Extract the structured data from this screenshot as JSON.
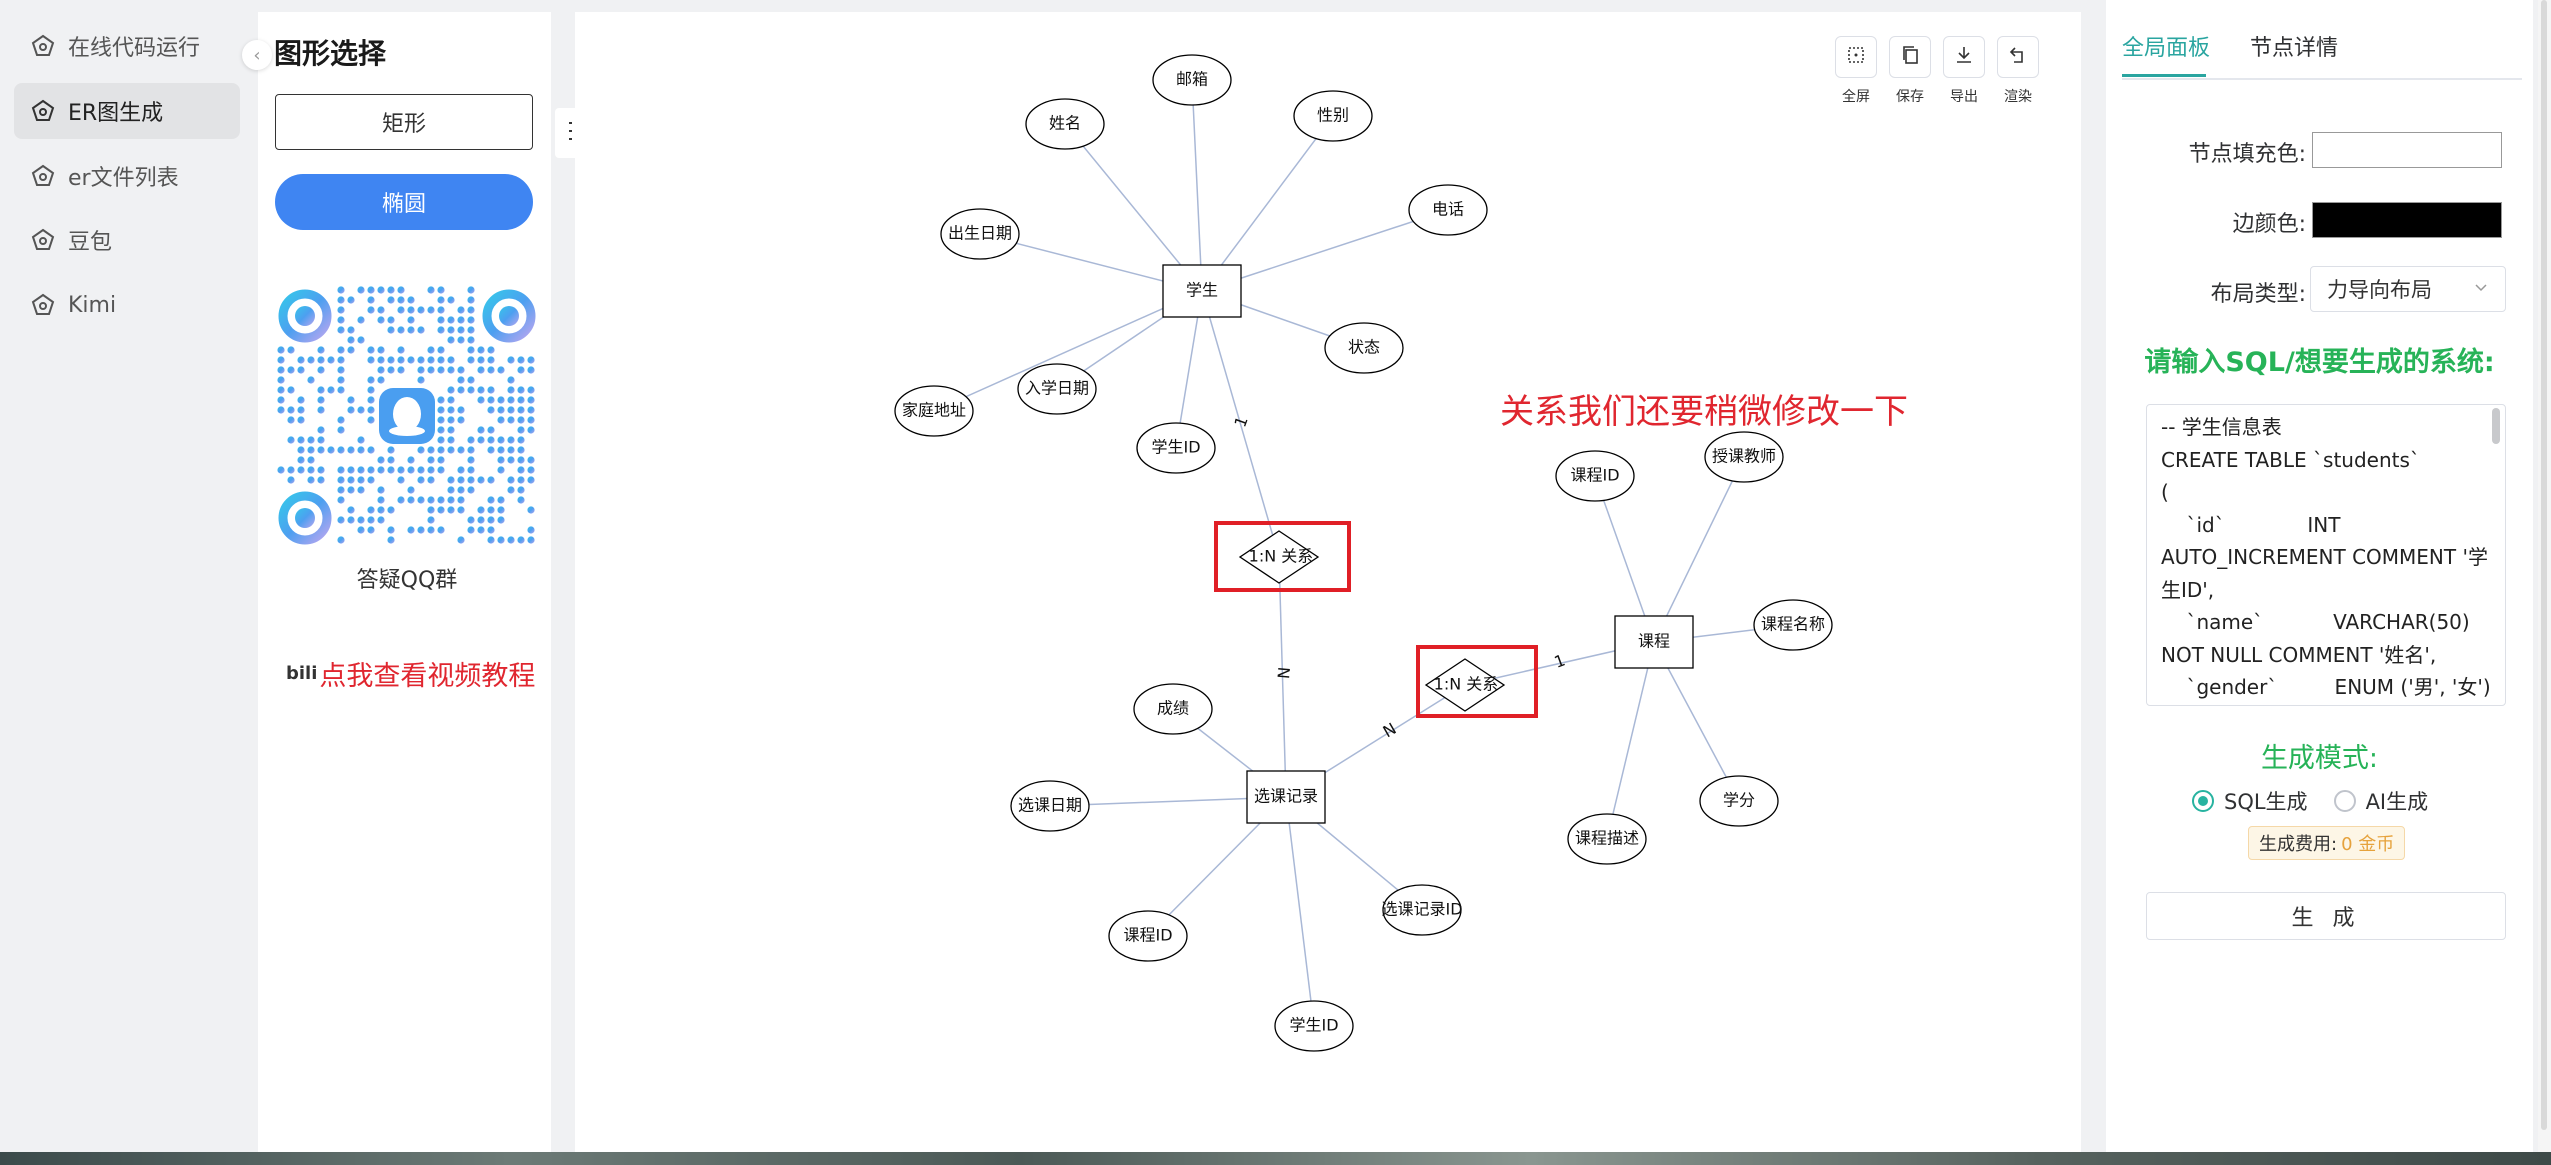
{
  "nav": {
    "items": [
      {
        "label": "在线代码运行",
        "icon": "pentagon-icon",
        "active": false
      },
      {
        "label": "ER图生成",
        "icon": "pentagon-icon",
        "active": true
      },
      {
        "label": "er文件列表",
        "icon": "pentagon-icon",
        "active": false
      },
      {
        "label": "豆包",
        "icon": "pentagon-icon",
        "active": false
      },
      {
        "label": "Kimi",
        "icon": "pentagon-icon",
        "active": false
      }
    ]
  },
  "shape_panel": {
    "title": "图形选择",
    "rect_label": "矩形",
    "ellipse_label": "椭圆",
    "qr_caption": "答疑QQ群",
    "video_prefix": "bili",
    "video_link": "点我查看视频教程"
  },
  "toolbar": {
    "fullscreen": "全屏",
    "save": "保存",
    "export": "导出",
    "render": "渲染"
  },
  "annotation": "关系我们还要稍微修改一下",
  "diagram": {
    "entities": [
      "学生",
      "课程",
      "选课记录"
    ],
    "student_attrs": [
      "邮箱",
      "姓名",
      "性别",
      "电话",
      "出生日期",
      "状态",
      "入学日期",
      "家庭地址",
      "学生ID"
    ],
    "course_attrs": [
      "课程ID",
      "授课教师",
      "课程名称",
      "学分",
      "课程描述"
    ],
    "enroll_attrs": [
      "成绩",
      "选课日期",
      "课程ID",
      "选课记录ID",
      "学生ID"
    ],
    "relations": [
      "1:N 关系",
      "1:N 关系"
    ],
    "cardinalities": [
      "1",
      "N",
      "N",
      "1"
    ]
  },
  "right_panel": {
    "tabs": [
      "全局面板",
      "节点详情"
    ],
    "fill_label": "节点填充色:",
    "border_label": "边颜色:",
    "layout_label": "布局类型:",
    "layout_value": "力导向布局",
    "fill_color": "#ffffff",
    "border_color": "#000000",
    "sql_heading": "请输入SQL/想要生成的系统:",
    "sql_text": "-- 学生信息表\nCREATE TABLE `students`\n(\n    `id`             INT\nAUTO_INCREMENT COMMENT '学生ID',\n    `name`           VARCHAR(50)\nNOT NULL COMMENT '姓名',\n    `gender`         ENUM ('男', '女')",
    "gen_mode_heading": "生成模式:",
    "mode_sql": "SQL生成",
    "mode_ai": "AI生成",
    "fee_label": "生成费用:",
    "fee_value": "0 金币",
    "generate_button": "生 成"
  },
  "colors": {
    "accent": "#2aa5a0",
    "primary_button": "#3f85f2",
    "heading_green": "#27b358",
    "annotation_red": "#e0262f"
  }
}
